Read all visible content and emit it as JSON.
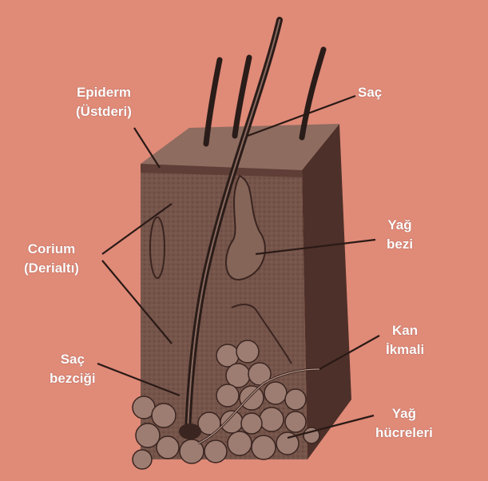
{
  "colors": {
    "background": "#e08a78",
    "skin_front": "#75544a",
    "skin_top": "#8e6c60",
    "skin_side": "#4d3029",
    "fat_cells": "#9d7d72",
    "hair": "#2a1c18",
    "label_text": "#ffffff",
    "leader_line": "#2a1a16"
  },
  "labels": {
    "epiderm": {
      "line1": "Epiderm",
      "line2": "(Üstderi)"
    },
    "sac": {
      "line1": "Saç"
    },
    "yag_bezi": {
      "line1": "Yağ",
      "line2": "bezi"
    },
    "corium": {
      "line1": "Corium",
      "line2": "(Derialtı)"
    },
    "kan_ikmali": {
      "line1": "Kan",
      "line2": "İkmali"
    },
    "sac_bezcigi": {
      "line1": "Saç",
      "line2": "bezciği"
    },
    "yag_hucreleri": {
      "line1": "Yağ",
      "line2": "hücreleri"
    }
  }
}
